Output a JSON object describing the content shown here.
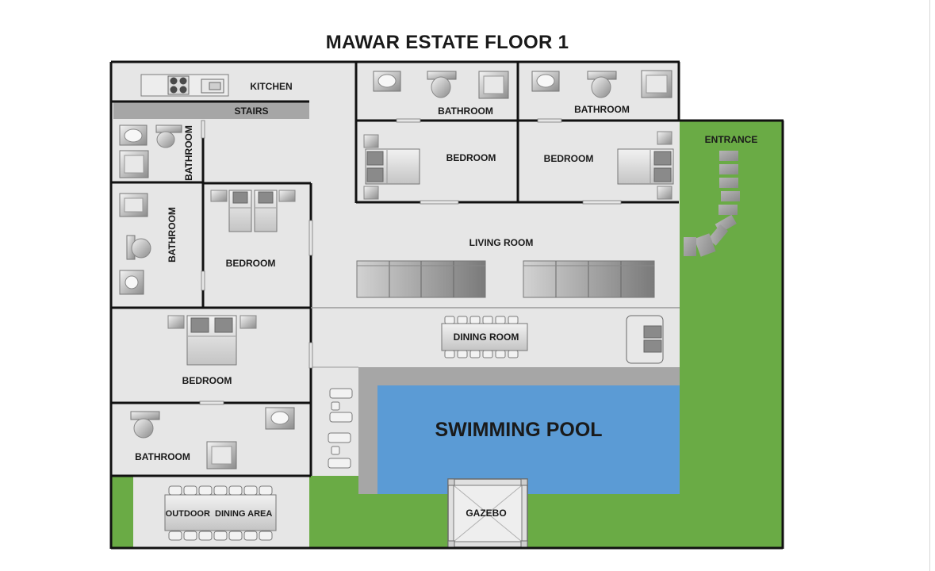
{
  "title": "MAWAR ESTATE FLOOR 1",
  "labels": {
    "kitchen": "KITCHEN",
    "stairs": "STAIRS",
    "bathroom_top_1": "BATHROOM",
    "bathroom_top_2": "BATHROOM",
    "bedroom_top_1": "BEDROOM",
    "bedroom_top_2": "BEDROOM",
    "entrance": "ENTRANCE",
    "bathroom_left_small": "BATHROOM",
    "bathroom_left": "BATHROOM",
    "bedroom_left": "BEDROOM",
    "living_room": "LIVING ROOM",
    "dining_room": "DINING ROOM",
    "bedroom_lower": "BEDROOM",
    "swimming_pool": "SWIMMING POOL",
    "bathroom_bottom": "BATHROOM",
    "outdoor_dining": "OUTDOOR  DINING AREA",
    "gazebo": "GAZEBO"
  },
  "colors": {
    "floor": "#e6e6e6",
    "wall": "#111111",
    "grass": "#6aab45",
    "pool_water": "#5b9bd5",
    "pool_deck": "#a6a6a6",
    "stairs": "#a6a6a6",
    "fixture": "#9a9a9a"
  }
}
